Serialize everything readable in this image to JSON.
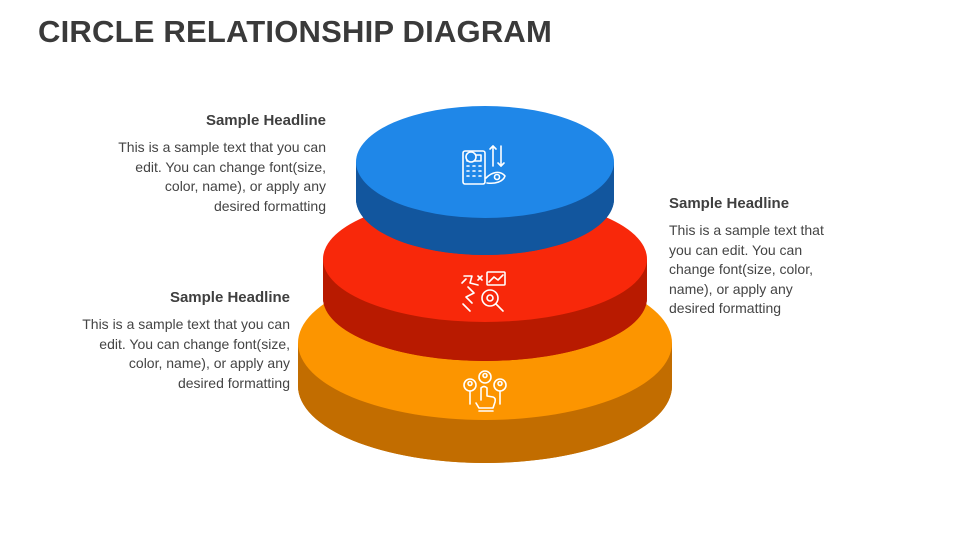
{
  "title": "CIRCLE RELATIONSHIP DIAGRAM",
  "colors": {
    "top_disc": "#1F87E8",
    "middle_disc": "#F8280A",
    "bottom_disc": "#FC9500"
  },
  "layers": [
    {
      "level": "top",
      "icon": "finance-calculator-icon"
    },
    {
      "level": "middle",
      "icon": "strategy-analysis-icon"
    },
    {
      "level": "bottom",
      "icon": "team-selection-icon"
    }
  ],
  "callouts": [
    {
      "headline": "Sample Headline",
      "body": "This is a sample text that you can edit. You can change font(size, color, name), or apply any desired formatting"
    },
    {
      "headline": "Sample Headline",
      "body": "This is a sample text that you can edit. You can change font(size, color, name), or apply any desired formatting"
    },
    {
      "headline": "Sample Headline",
      "body": "This is a sample text that you can edit. You can change font(size, color, name), or apply any desired formatting"
    }
  ]
}
